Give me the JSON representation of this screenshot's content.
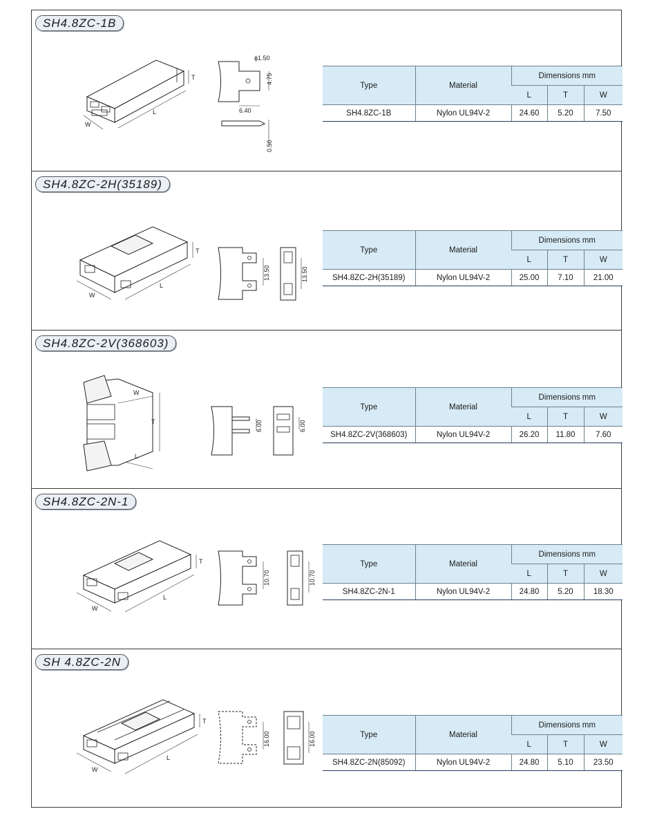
{
  "table_headers": {
    "type": "Type",
    "material": "Material",
    "dimensions": "Dimensions mm",
    "l": "L",
    "t": "T",
    "w": "W"
  },
  "sections": [
    {
      "title": "SH4.8ZC-1B",
      "row": {
        "type": "SH4.8ZC-1B",
        "material": "Nylon UL94V-2",
        "l": "24.60",
        "t": "5.20",
        "w": "7.50"
      },
      "labels": {
        "w": "W",
        "l": "L",
        "t": "T",
        "d1": "ϕ1.50",
        "d2": "4.75",
        "d3": "6.40",
        "d4": "0.50"
      }
    },
    {
      "title": "SH4.8ZC-2H(35189)",
      "row": {
        "type": "SH4.8ZC-2H(35189)",
        "material": "Nylon UL94V-2",
        "l": "25.00",
        "t": "7.10",
        "w": "21.00"
      },
      "labels": {
        "w": "W",
        "l": "L",
        "t": "T",
        "d1": "13.50",
        "d2": "13.50"
      }
    },
    {
      "title": "SH4.8ZC-2V(368603)",
      "row": {
        "type": "SH4.8ZC-2V(368603)",
        "material": "Nylon UL94V-2",
        "l": "26.20",
        "t": "11.80",
        "w": "7.60"
      },
      "labels": {
        "w": "W",
        "l": "L",
        "t": "T",
        "d1": "6.00",
        "d2": "6.00"
      }
    },
    {
      "title": "SH4.8ZC-2N-1",
      "row": {
        "type": "SH4.8ZC-2N-1",
        "material": "Nylon UL94V-2",
        "l": "24.80",
        "t": "5.20",
        "w": "18.30"
      },
      "labels": {
        "w": "W",
        "l": "L",
        "t": "T",
        "d1": "10.70",
        "d2": "10.70"
      }
    },
    {
      "title": "SH 4.8ZC-2N",
      "row": {
        "type": "SH4.8ZC-2N(85092)",
        "material": "Nylon UL94V-2",
        "l": "24.80",
        "t": "5.10",
        "w": "23.50"
      },
      "labels": {
        "w": "W",
        "l": "L",
        "t": "T",
        "d1": "16.00",
        "d2": "16.00"
      }
    }
  ],
  "colors": {
    "table_header_bg": "#d7ebf6",
    "pill_bg": "#e9eff4",
    "border": "#3a3a3a"
  }
}
